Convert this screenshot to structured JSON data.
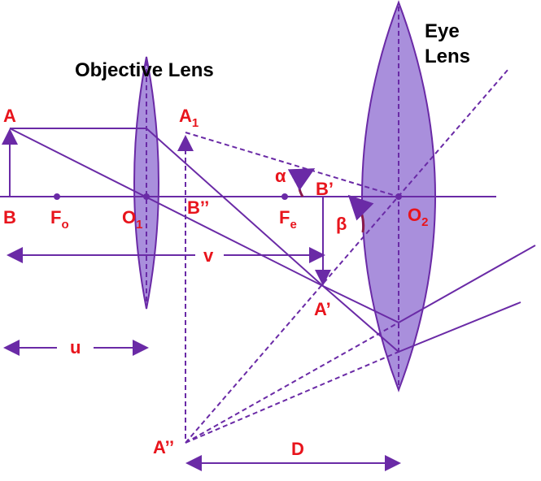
{
  "labels": {
    "objective_title": "Objective Lens",
    "eye_title_line1": "Eye",
    "eye_title_line2": "Lens",
    "A": "A",
    "B": "B",
    "A1_main": "A",
    "A1_sub": "1",
    "Fo_main": "F",
    "Fo_sub": "o",
    "O1_main": "O",
    "O1_sub": "1",
    "B_double": "B’’",
    "Fe_main": "F",
    "Fe_sub": "e",
    "B_prime": "B’",
    "O2_main": "O",
    "O2_sub": "2",
    "A_prime": "A’",
    "A_double": "A’’",
    "alpha": "α",
    "beta": "β",
    "v": "v",
    "u": "u",
    "D": "D"
  },
  "colors": {
    "ray": "#6a2aa6",
    "lens_fill": "#a98fdc",
    "lens_stroke": "#6a2aa6",
    "label_red": "#e8141c",
    "label_black": "#000000",
    "angle_arc": "#8a1a4a"
  }
}
